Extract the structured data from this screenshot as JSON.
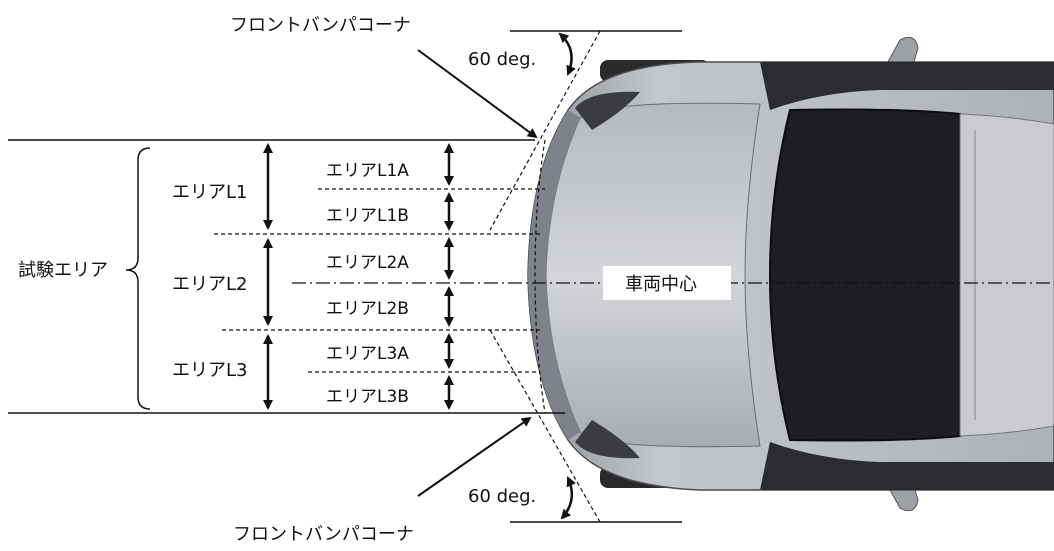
{
  "labels": {
    "front_corner_top": "フロントバンパコーナ",
    "front_corner_bottom": "フロントバンパコーナ",
    "angle_top": "60 deg.",
    "angle_bottom": "60 deg.",
    "test_area": "試験エリア",
    "area_l1": "エリアL1",
    "area_l2": "エリアL2",
    "area_l3": "エリアL3",
    "area_l1a": "エリアL1A",
    "area_l1b": "エリアL1B",
    "area_l2a": "エリアL2A",
    "area_l2b": "エリアL2B",
    "area_l3a": "エリアL3A",
    "area_l3b": "エリアL3B",
    "vehicle_center": "車両中心"
  },
  "colors": {
    "line": "#111111",
    "car_body": "#b9bcc1",
    "car_body_light": "#d6d8dc",
    "glass": "#1b1c20",
    "tire": "#2a2a2a"
  }
}
